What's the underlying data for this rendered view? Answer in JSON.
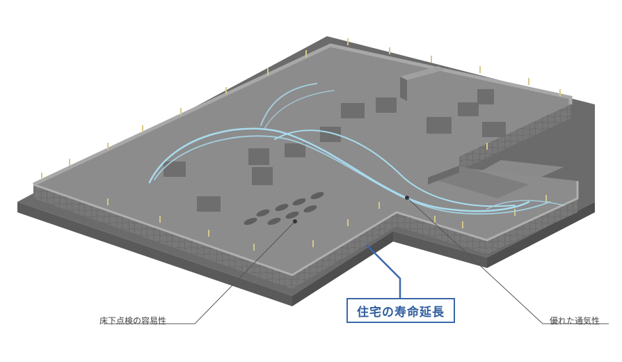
{
  "labels": {
    "floor_inspection": "床下点検の容易性",
    "ventilation": "優れた通気性",
    "longevity": "住宅の寿命延長"
  },
  "colors": {
    "slab_top": "#8d8d8d",
    "slab_side": "#5a5a5a",
    "wall_face": "#7a7a7a",
    "wall_top": "#b4b4b4",
    "airflow": "#a9dcef",
    "highlight_border": "#3a67a8",
    "highlight_text": "#2f5d9e",
    "leader_line": "#555555"
  }
}
